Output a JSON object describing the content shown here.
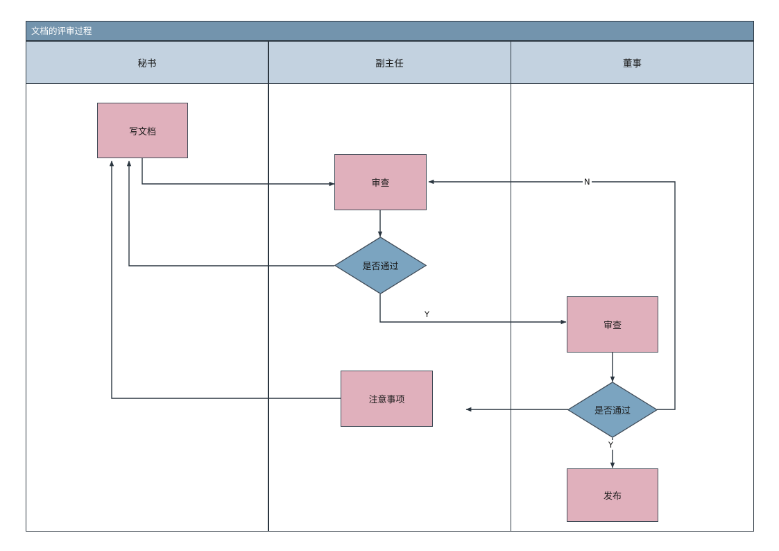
{
  "diagram": {
    "title": "文档的评审过程",
    "type": "cross-functional-flowchart",
    "colors": {
      "title_bar": "#7394ad",
      "lane_header": "#c3d2e0",
      "process_fill": "#e0b0bc",
      "decision_fill": "#7ba4c0",
      "stroke": "#2b3640"
    },
    "lanes": [
      {
        "id": "lane-secretary",
        "label": "秘书"
      },
      {
        "id": "lane-deputy-director",
        "label": "副主任"
      },
      {
        "id": "lane-director",
        "label": "董事"
      }
    ],
    "nodes": [
      {
        "id": "write-doc",
        "label": "写文档",
        "shape": "process",
        "lane": "秘书"
      },
      {
        "id": "review-deputy",
        "label": "审查",
        "shape": "process",
        "lane": "副主任"
      },
      {
        "id": "decision-deputy",
        "label": "是否通过",
        "shape": "decision",
        "lane": "副主任"
      },
      {
        "id": "notes",
        "label": "注意事项",
        "shape": "process",
        "lane": "副主任"
      },
      {
        "id": "review-director",
        "label": "审查",
        "shape": "process",
        "lane": "董事"
      },
      {
        "id": "decision-director",
        "label": "是否通过",
        "shape": "decision",
        "lane": "董事"
      },
      {
        "id": "publish",
        "label": "发布",
        "shape": "process",
        "lane": "董事"
      }
    ],
    "edge_labels": [
      {
        "id": "edge-label-deputy-yes",
        "text": "Y"
      },
      {
        "id": "edge-label-director-no",
        "text": "N"
      },
      {
        "id": "edge-label-director-yes",
        "text": "Y"
      }
    ]
  }
}
